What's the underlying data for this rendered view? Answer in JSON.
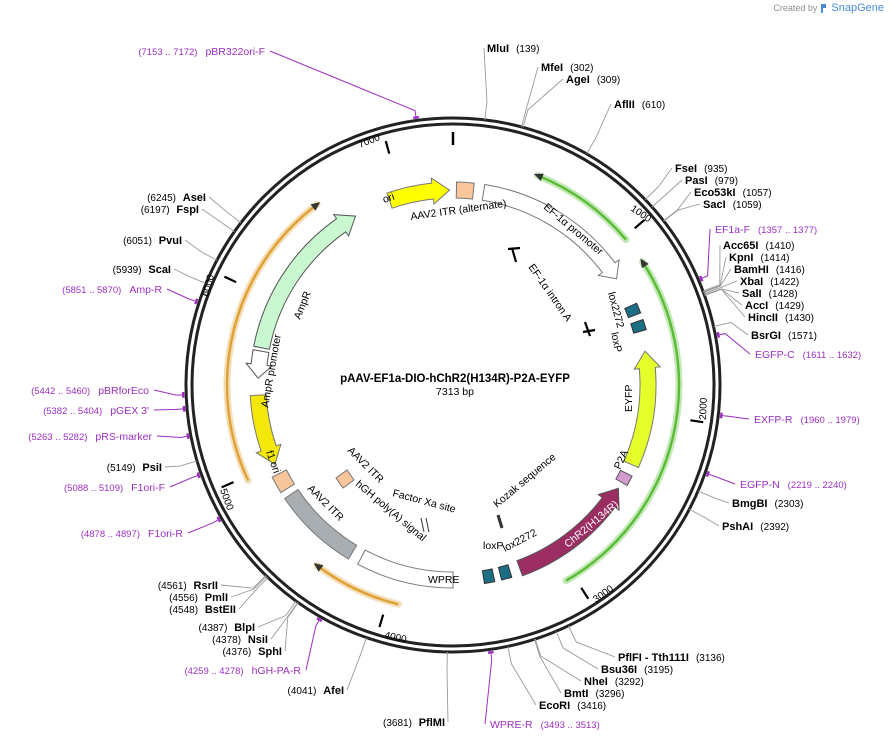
{
  "credit": {
    "prefix": "Created by",
    "brand": "SnapGene",
    "icon": "snapgene-logo-icon"
  },
  "plasmid": {
    "name": "pAAV-EF1a-DIO-hChR2(H134R)-P2A-EYFP",
    "length": "7313 bp",
    "total_bp": 7313
  },
  "ticks": [
    "1000",
    "2000",
    "3000",
    "4000",
    "5000",
    "6000",
    "7000"
  ],
  "sites": [
    {
      "name": "MluI",
      "pos": "(139)"
    },
    {
      "name": "MfeI",
      "pos": "(302)"
    },
    {
      "name": "AgeI",
      "pos": "(309)"
    },
    {
      "name": "AflII",
      "pos": "(610)"
    },
    {
      "name": "FseI",
      "pos": "(935)"
    },
    {
      "name": "PasI",
      "pos": "(979)"
    },
    {
      "name": "Eco53kI",
      "pos": "(1057)"
    },
    {
      "name": "SacI",
      "pos": "(1059)"
    },
    {
      "name": "Acc65I",
      "pos": "(1410)"
    },
    {
      "name": "KpnI",
      "pos": "(1414)"
    },
    {
      "name": "BamHI",
      "pos": "(1416)"
    },
    {
      "name": "XbaI",
      "pos": "(1422)"
    },
    {
      "name": "SalI",
      "pos": "(1428)"
    },
    {
      "name": "AccI",
      "pos": "(1429)"
    },
    {
      "name": "HincII",
      "pos": "(1430)"
    },
    {
      "name": "BsrGI",
      "pos": "(1571)"
    },
    {
      "name": "BmgBI",
      "pos": "(2303)"
    },
    {
      "name": "PshAI",
      "pos": "(2392)"
    },
    {
      "name": "PflFI - Tth111I",
      "pos": "(3136)"
    },
    {
      "name": "Bsu36I",
      "pos": "(3195)"
    },
    {
      "name": "NheI",
      "pos": "(3292)"
    },
    {
      "name": "BmtI",
      "pos": "(3296)"
    },
    {
      "name": "EcoRI",
      "pos": "(3416)"
    },
    {
      "name": "PflMI",
      "pos": "(3681)"
    },
    {
      "name": "AfeI",
      "pos": "(4041)"
    },
    {
      "name": "SphI",
      "pos": "(4376)"
    },
    {
      "name": "NsiI",
      "pos": "(4378)"
    },
    {
      "name": "BlpI",
      "pos": "(4387)"
    },
    {
      "name": "BstEII",
      "pos": "(4548)"
    },
    {
      "name": "PmlI",
      "pos": "(4556)"
    },
    {
      "name": "RsrII",
      "pos": "(4561)"
    },
    {
      "name": "PsiI",
      "pos": "(5149)"
    },
    {
      "name": "ScaI",
      "pos": "(5939)"
    },
    {
      "name": "PvuI",
      "pos": "(6051)"
    },
    {
      "name": "FspI",
      "pos": "(6197)"
    },
    {
      "name": "AseI",
      "pos": "(6245)"
    }
  ],
  "primers": [
    {
      "name": "pBR322ori-F",
      "range": "(7153 .. 7172)"
    },
    {
      "name": "EF1a-F",
      "range": "(1357 .. 1377)"
    },
    {
      "name": "EGFP-C",
      "range": "(1611 .. 1632)"
    },
    {
      "name": "EXFP-R",
      "range": "(1960 .. 1979)"
    },
    {
      "name": "EGFP-N",
      "range": "(2219 .. 2240)"
    },
    {
      "name": "WPRE-R",
      "range": "(3493 .. 3513)"
    },
    {
      "name": "hGH-PA-R",
      "range": "(4259 .. 4278)"
    },
    {
      "name": "F1ori-R",
      "range": "(4878 .. 4897)"
    },
    {
      "name": "F1ori-F",
      "range": "(5088 .. 5109)"
    },
    {
      "name": "pRS-marker",
      "range": "(5263 .. 5282)"
    },
    {
      "name": "pGEX 3'",
      "range": "(5382 .. 5404)"
    },
    {
      "name": "pBRforEco",
      "range": "(5442 .. 5460)"
    },
    {
      "name": "Amp-R",
      "range": "(5851 .. 5870)"
    }
  ],
  "features": {
    "aav2_itr_alt": "AAV2 ITR (alternate)",
    "ef1a_promoter": "EF-1α promoter",
    "ef1a_intron": "EF-1α intron A",
    "lox2272_a": "lox2272",
    "loxp_a": "loxP",
    "eyfp": "EYFP",
    "p2a": "P2A",
    "chr2": "ChR2(H134R)",
    "lox2272_b": "lox2272",
    "loxp_b": "loxP",
    "kozak": "Kozak sequence",
    "factor_xa": "Factor Xa site",
    "wpre": "WPRE",
    "hgh_polya": "hGH poly(A) signal",
    "aav2_itr_1": "AAV2 ITR",
    "aav2_itr_2": "AAV2 ITR",
    "f1_ori": "f1 ori",
    "ampr_promoter": "AmpR promoter",
    "ampr": "AmpR",
    "ori": "ori"
  },
  "colors": {
    "backbone": "#222222",
    "primer": "#9b2fc2",
    "ori": "#ffff00",
    "ef1a_promoter": "#ffffff",
    "eyfp": "#e5ff2b",
    "chr2": "#9b2d63",
    "p2a": "#d49bd0",
    "lox": "#1b6e84",
    "wpre": "#ffffff",
    "hgh": "#a9aeb3",
    "itr": "#f9c59a",
    "f1ori": "#f4e70a",
    "ampr": "#c9f7cf",
    "orf_green": "#59bd35",
    "orf_orange": "#e0a033"
  }
}
